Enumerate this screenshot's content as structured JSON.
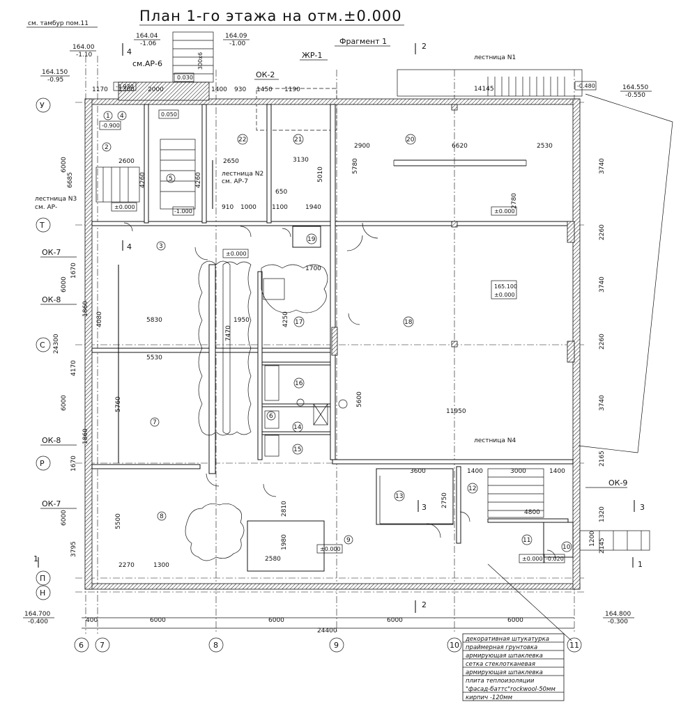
{
  "title": "План 1-го этажа на отм.±0.000",
  "fragment_label": "Фрагмент 1",
  "callouts": {
    "tambur_ref": "см. тамбур пом.11",
    "ar6_ref": "см.АР-6",
    "ar7_ref": "см. АР-7",
    "ar_ref": "см. АР-",
    "zhr1": "ЖР-1",
    "ok2": "ОК-2",
    "ok7a": "ОК-7",
    "ok8a": "ОК-8",
    "ok8b": "ОК-8",
    "ok7b": "ОК-7",
    "ok9": "ОК-9"
  },
  "stairs": {
    "n1": "лестница N1",
    "n2": "лестница N2",
    "n3": "лестница N3",
    "n4": "лестница N4"
  },
  "level_marks": {
    "tl_1": "164.04",
    "tl_1b": "-1.06",
    "tl_2": "164.09",
    "tl_2b": "-1.00",
    "tl_3": "164.00",
    "tl_3b": "-1.10",
    "tl_4": "164.150",
    "tl_4b": "-0.95",
    "tr_1": "164.550",
    "tr_1b": "-0.550",
    "bl_1": "164.700",
    "bl_1b": "-0.400",
    "br_1": "164.800",
    "br_1b": "-0.300",
    "m_0930": "-0.930",
    "m_0030": "0.030",
    "m_0050": "0.050",
    "m_0900": "-0.900",
    "m_1000": "-1.000",
    "m_0480": "-0.480",
    "m_0020": "-0.020",
    "zero": "±0.000",
    "hall_top": "165.100",
    "hall_bot": "±0.000"
  },
  "axes": {
    "left": [
      "У",
      "Т",
      "С",
      "Р",
      "П",
      "Н"
    ],
    "bottom": [
      "6",
      "7",
      "8",
      "9",
      "10",
      "11"
    ],
    "section": [
      "1",
      "2",
      "3",
      "4"
    ]
  },
  "rooms": [
    "1",
    "2",
    "3",
    "4",
    "5",
    "6",
    "7",
    "8",
    "9",
    "10",
    "11",
    "12",
    "13",
    "14",
    "15",
    "16",
    "17",
    "18",
    "19",
    "20",
    "21",
    "22"
  ],
  "dims": {
    "d24400": "24400",
    "d6000": "6000",
    "d400": "400",
    "d11950": "11950",
    "d14145": "14145",
    "d6620": "6620",
    "d2900": "2900",
    "d2530": "2530",
    "d5530": "5530",
    "d5830": "5830",
    "d24300": "24300",
    "d3740": "3740",
    "d2260": "2260",
    "d5780": "5780",
    "d5010": "5010",
    "d3130": "3130",
    "d2650": "2650",
    "d2600": "2600",
    "d4260": "4260",
    "d5600": "5600",
    "d5760": "5760",
    "d5500": "5500",
    "d4170": "4170",
    "d1860": "1860",
    "d1670": "1670",
    "d3795": "3795",
    "d1200": "1200",
    "d3600": "3600",
    "d3000": "3000",
    "d1400": "1400",
    "d1300": "1300",
    "d2000": "2000",
    "d1170": "1170",
    "d1450": "1450",
    "d1190": "1190",
    "d930": "930",
    "d6685": "6685",
    "d300x6": "300x6",
    "d2270": "2270",
    "d2580": "2580",
    "d1980": "1980",
    "d2810": "2810",
    "d1940": "1940",
    "d1100": "1100",
    "d910": "910",
    "d1000": "1000",
    "d650": "650",
    "d2780": "2780",
    "d2750": "2750",
    "d4800": "4800",
    "d2165": "2165",
    "d1320": "1320",
    "d2145": "2145",
    "d7470": "7470",
    "d4080": "4080",
    "d4250": "4250",
    "d1950": "1950",
    "d1700": "1700"
  },
  "legend": [
    "декоративная штукатурка",
    "праймерная грунтовка",
    "армирующая шпаклевка",
    "сетка стеклотканевая",
    "армирующая шпаклевка",
    "плита теплоизоляции",
    "\"фасад-баттс\"rockwool-50мм",
    "кирпич -120мм"
  ]
}
